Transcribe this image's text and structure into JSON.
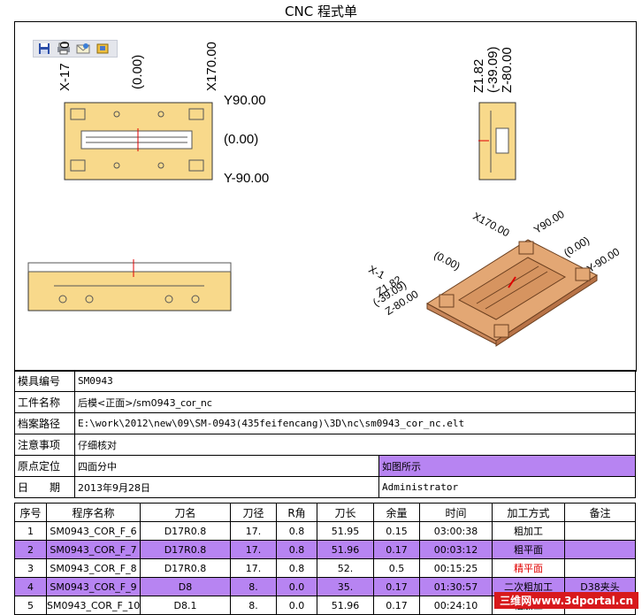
{
  "title": "CNC 程式单",
  "toolbar": {
    "icons": [
      "save-icon",
      "print-icon",
      "email-icon",
      "export-icon"
    ]
  },
  "views": {
    "top": {
      "x_left": "X-17",
      "x_left_extra": "0",
      "x_mid": "(0.00)",
      "x_right": "X170.00",
      "y_top": "Y90.00",
      "y_mid": "(0.00)",
      "y_bottom": "Y-90.00"
    },
    "side": {
      "z_top": "Z1.82",
      "z_mid": "(-39.09)",
      "z_bottom": "Z-80.00"
    },
    "iso": {
      "x_pos": "X170.00",
      "y_pos": "Y90.00",
      "zero_a": "(0.00)",
      "zero_b": "(0.00)",
      "y_neg": "Y-90.00",
      "x_neg": "X-1",
      "z1": "Z1.82",
      "z_mid": "(-39.09)",
      "z_neg": "Z-80.00"
    }
  },
  "info": {
    "mold_no_label": "模具编号",
    "mold_no": "SM0943",
    "part_name_label": "工件名称",
    "part_name": "后模<正面>/sm0943_cor_nc",
    "path_label": "档案路径",
    "path": "E:\\work\\2012\\new\\09\\SM-0943(435feifencang)\\3D\\nc\\sm0943_cor_nc.elt",
    "notes_label": "注意事项",
    "notes": "仔细核对",
    "origin_label": "原点定位",
    "origin": "四面分中",
    "origin_right": "如图所示",
    "date_label": "日　　期",
    "date": "2013年9月28日",
    "user": "Administrator"
  },
  "programs": {
    "headers": [
      "序号",
      "程序名称",
      "刀名",
      "刀径",
      "R角",
      "刀长",
      "余量",
      "时间",
      "加工方式",
      "备注"
    ],
    "rows": [
      {
        "no": "1",
        "name": "SM0943_COR_F_6",
        "tool": "D17R0.8",
        "dia": "17.",
        "r": "0.8",
        "len": "51.95",
        "stock": "0.15",
        "time": "03:00:38",
        "method": "粗加工",
        "note": ""
      },
      {
        "no": "2",
        "name": "SM0943_COR_F_7",
        "tool": "D17R0.8",
        "dia": "17.",
        "r": "0.8",
        "len": "51.96",
        "stock": "0.17",
        "time": "00:03:12",
        "method": "粗平面",
        "note": ""
      },
      {
        "no": "3",
        "name": "SM0943_COR_F_8",
        "tool": "D17R0.8",
        "dia": "17.",
        "r": "0.8",
        "len": "52.",
        "stock": "0.5",
        "time": "00:15:25",
        "method": "精平面",
        "note": ""
      },
      {
        "no": "4",
        "name": "SM0943_COR_F_9",
        "tool": "D8",
        "dia": "8.",
        "r": "0.0",
        "len": "35.",
        "stock": "0.17",
        "time": "01:30:57",
        "method": "二次粗加工",
        "note": "D38夹头"
      },
      {
        "no": "5",
        "name": "SM0943_COR_F_10",
        "tool": "D8.1",
        "dia": "8.",
        "r": "0.0",
        "len": "51.96",
        "stock": "0.17",
        "time": "00:24:10",
        "method": "粗加工",
        "note": ""
      }
    ]
  },
  "watermark": "三维网www.3dportal.cn",
  "colors": {
    "highlight": "#b784f2",
    "part_fill": "#f8d98b",
    "iso_fill": "#e3a774",
    "accent_red": "#e00000"
  }
}
